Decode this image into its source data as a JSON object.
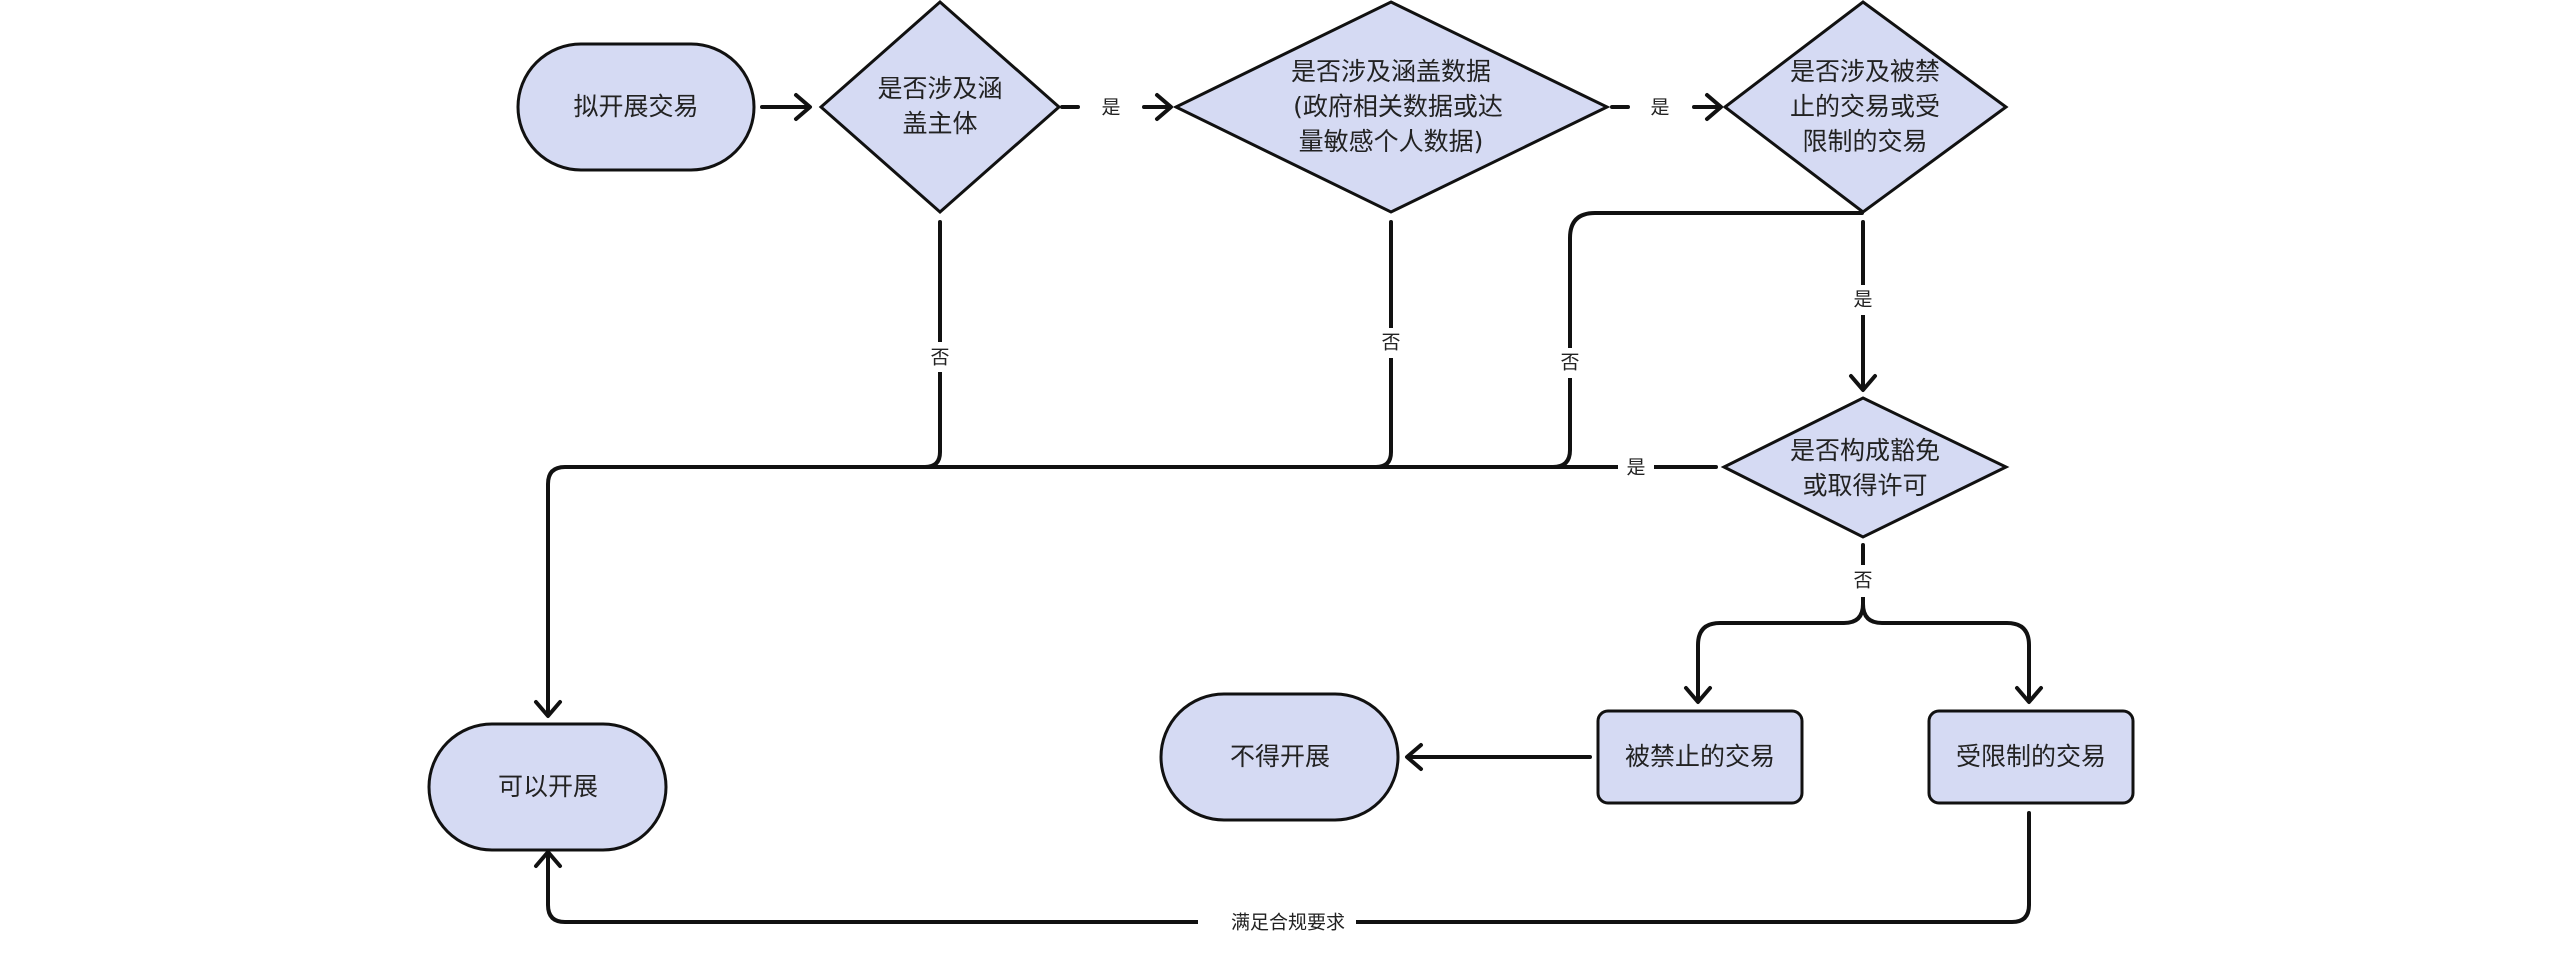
{
  "nodes": {
    "start": {
      "lines": [
        "拟开展交易"
      ]
    },
    "q1": {
      "lines": [
        "是否涉及涵",
        "盖主体"
      ]
    },
    "q2": {
      "lines": [
        "是否涉及涵盖数据",
        "(政府相关数据或达",
        "量敏感个人数据)"
      ]
    },
    "q3": {
      "lines": [
        "是否涉及被禁",
        "止的交易或受",
        "限制的交易"
      ]
    },
    "q4": {
      "lines": [
        "是否构成豁免",
        "或取得许可"
      ]
    },
    "can": {
      "lines": [
        "可以开展"
      ]
    },
    "cannot": {
      "lines": [
        "不得开展"
      ]
    },
    "prohibited": {
      "lines": [
        "被禁止的交易"
      ]
    },
    "restricted": {
      "lines": [
        "受限制的交易"
      ]
    }
  },
  "edges": {
    "q1_yes": "是",
    "q2_yes": "是",
    "q1_no": "否",
    "q2_no": "否",
    "q3_no": "否",
    "q3_yes": "是",
    "q4_yes": "是",
    "q4_no": "否",
    "compliance": "满足合规要求"
  },
  "colors": {
    "node_fill": "#d5daf3",
    "stroke": "#111111"
  }
}
